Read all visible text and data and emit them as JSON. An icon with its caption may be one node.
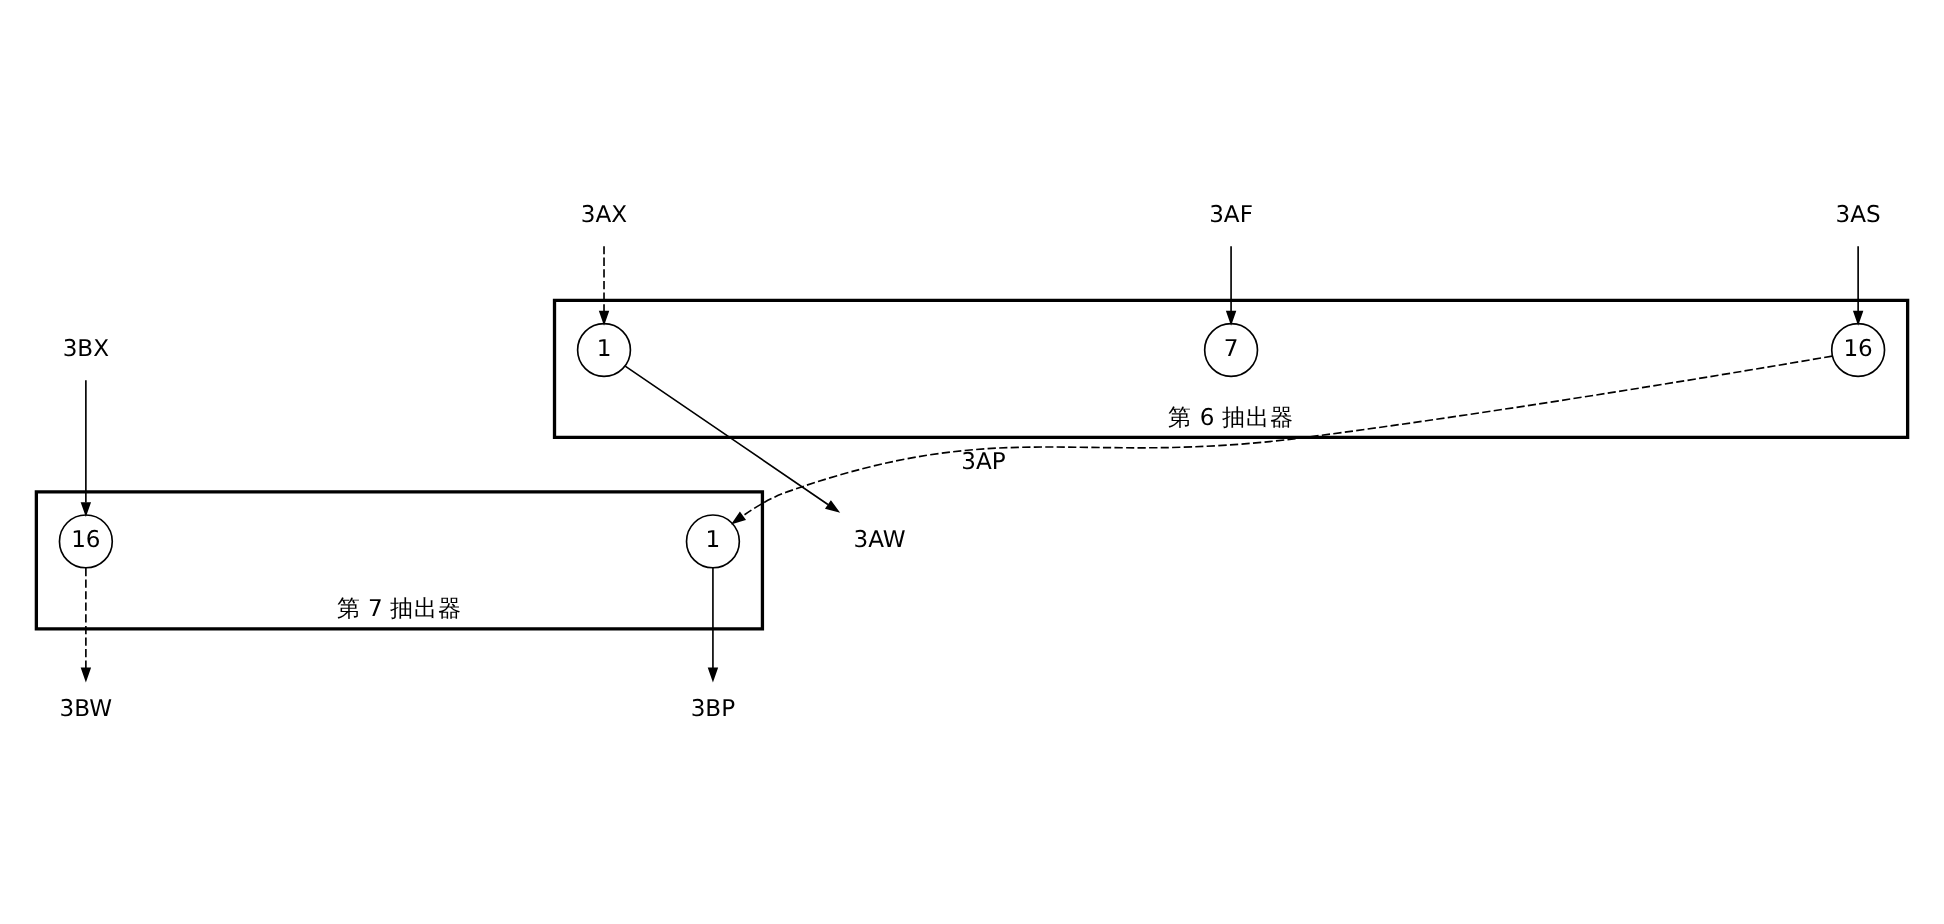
{
  "diagram": {
    "nodes": [
      {
        "text": [
          "第 6 抽出器"
        ]
      },
      {
        "text": [
          "1"
        ],
        "in": 0
      },
      {
        "text": [
          "7"
        ],
        "in": 0
      },
      {
        "text": [
          "16"
        ],
        "in": 0
      },
      {
        "text": [
          "第 7 抽出器"
        ]
      },
      {
        "text": [
          "1"
        ],
        "in": 4
      },
      {
        "text": [
          "16"
        ],
        "in": 4
      },
      {
        "text": [
          "3AX"
        ]
      },
      {
        "text": [
          "3AF"
        ]
      },
      {
        "text": [
          "3AS"
        ]
      },
      {
        "text": [
          "3AW"
        ]
      },
      {
        "text": [
          "3BX"
        ]
      },
      {
        "text": [
          "3BP"
        ]
      },
      {
        "text": [
          "3BW"
        ]
      }
    ],
    "edges": [
      {
        "from": 7,
        "to": 1,
        "arrow": "to",
        "style": "dashed"
      },
      {
        "from": 8,
        "to": 2,
        "arrow": "to"
      },
      {
        "from": 9,
        "to": 3,
        "arrow": "to"
      },
      {
        "from": 1,
        "to": 10,
        "arrow": "to"
      },
      {
        "from": 3,
        "to": 5,
        "arrow": "to",
        "label": "3AP",
        "style": "dashed"
      },
      {
        "from": 11,
        "to": 6,
        "arrow": "to"
      },
      {
        "from": 5,
        "to": 12,
        "arrow": "to"
      },
      {
        "from": 6,
        "to": 13,
        "arrow": "to",
        "style": "dashed"
      }
    ]
  }
}
